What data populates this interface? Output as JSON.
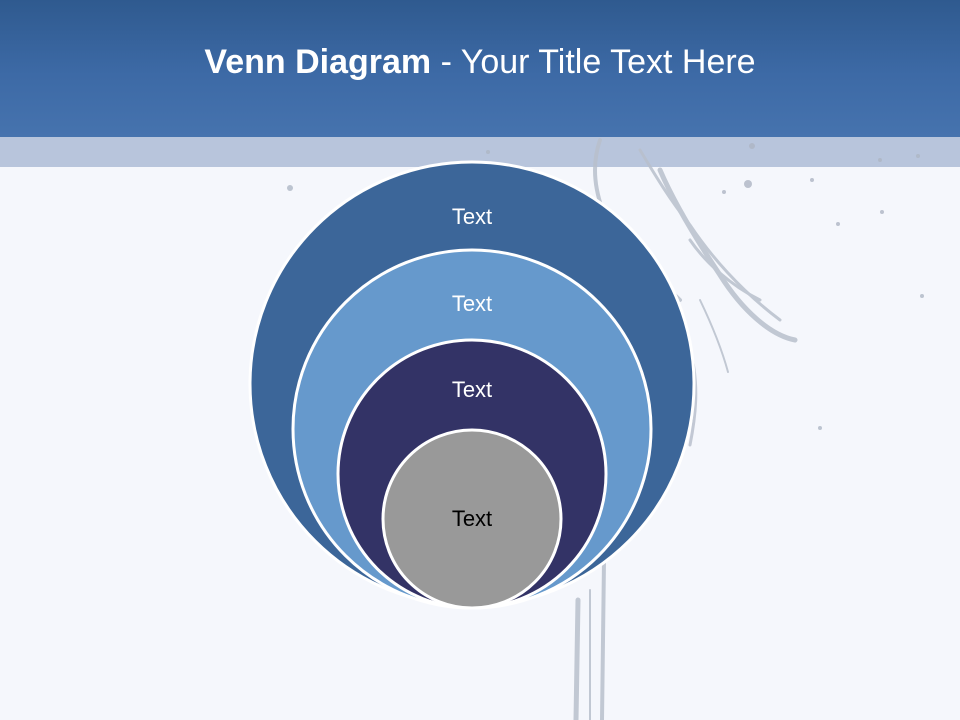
{
  "slide": {
    "title_bold": "Venn Diagram",
    "title_rest": " - Your Title Text Here"
  },
  "colors": {
    "header": "#3d6aa6",
    "band": "#b8c5dc",
    "background": "#f5f7fc",
    "ring_outer": "#3c6699",
    "ring_second": "#6699cc",
    "ring_third": "#333366",
    "ring_inner": "#999999"
  },
  "diagram": {
    "rings": [
      {
        "label": "Text"
      },
      {
        "label": "Text"
      },
      {
        "label": "Text"
      },
      {
        "label": "Text"
      }
    ]
  }
}
